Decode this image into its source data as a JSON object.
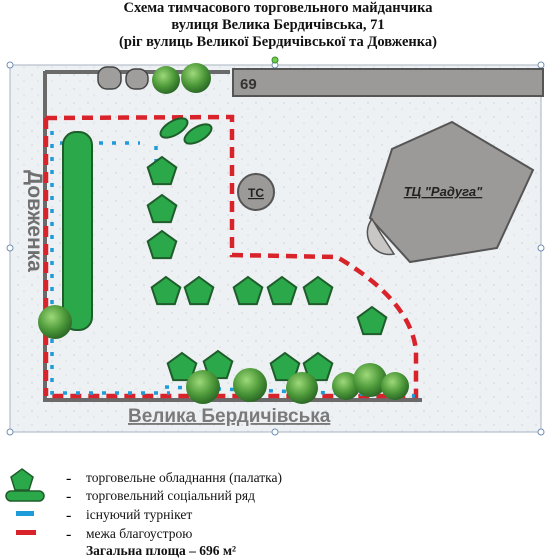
{
  "title": {
    "line1": "Схема тимчасового торговельного майданчика",
    "line2": "вулиця  Велика Бердичівська, 71",
    "line3": "(ріг вулиць Великої Бердичівської та Довженка)"
  },
  "map": {
    "building_number": "69",
    "building_label": "ТЦ \"Радуга\"",
    "ts_label": "ТС",
    "street_left": "Довженка",
    "street_bottom": "Велика Бердичівська"
  },
  "legend": {
    "items": [
      {
        "symbol": "pentagon",
        "dash": "-",
        "label": "торговельне обладнання (палатка)"
      },
      {
        "symbol": "green-bar",
        "dash": "-",
        "label": "торговельний соціальний ряд"
      },
      {
        "symbol": "blue-dash",
        "dash": "-",
        "label": "існуючий турнікет"
      },
      {
        "symbol": "red-dash",
        "dash": "-",
        "label": " межа благоустрою"
      }
    ],
    "total_area": "Загальна площа – 696 м²"
  },
  "colors": {
    "green": "#2aa84a",
    "green_dark": "#1f6b2e",
    "red": "#d9232a",
    "blue": "#1e9bd8",
    "gray": "#9c9a98"
  }
}
